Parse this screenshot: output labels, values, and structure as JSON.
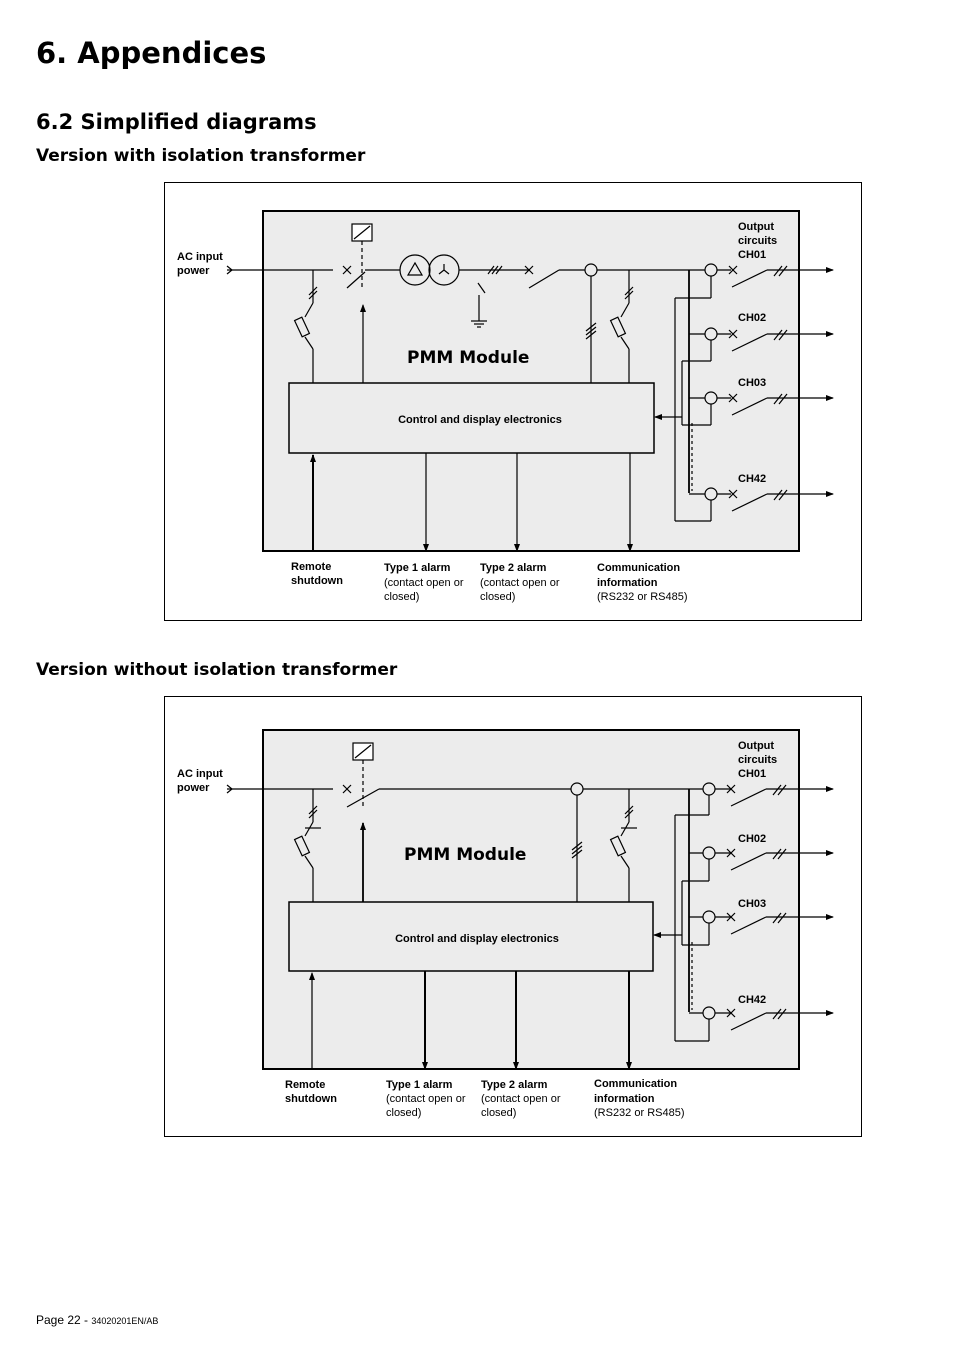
{
  "page": {
    "heading": "6. Appendices",
    "section": "6.2 Simplified diagrams",
    "footer_page": "Page 22 - ",
    "footer_doc": "34020201EN/AB"
  },
  "diagram1": {
    "subtitle": "Version with isolation transformer",
    "ac_input": [
      "AC input",
      "power"
    ],
    "module_title": "PMM Module",
    "control": "Control and display electronics",
    "output_label": [
      "Output",
      "circuits",
      "CH01"
    ],
    "channels": [
      "CH02",
      "CH03",
      "CH42"
    ],
    "remote": [
      "Remote",
      "shutdown"
    ],
    "type1": [
      "Type 1 alarm",
      "(contact open or",
      "closed)"
    ],
    "type2": [
      "Type 2 alarm",
      "(contact open or",
      "closed)"
    ],
    "comm": [
      "Communication",
      "information",
      "(RS232 or RS485)"
    ]
  },
  "diagram2": {
    "subtitle": "Version without isolation transformer",
    "ac_input": [
      "AC input",
      "power"
    ],
    "module_title": "PMM Module",
    "control": "Control and display electronics",
    "output_label": [
      "Output",
      "circuits",
      "CH01"
    ],
    "channels": [
      "CH02",
      "CH03",
      "CH42"
    ],
    "remote": [
      "Remote",
      "shutdown"
    ],
    "type1": [
      "Type 1 alarm",
      "(contact open or",
      "closed)"
    ],
    "type2": [
      "Type 2 alarm",
      "(contact open or",
      "closed)"
    ],
    "comm": [
      "Communication",
      "information",
      "(RS232 or RS485)"
    ]
  },
  "colors": {
    "module_fill": "#ececec",
    "line": "#000000"
  }
}
